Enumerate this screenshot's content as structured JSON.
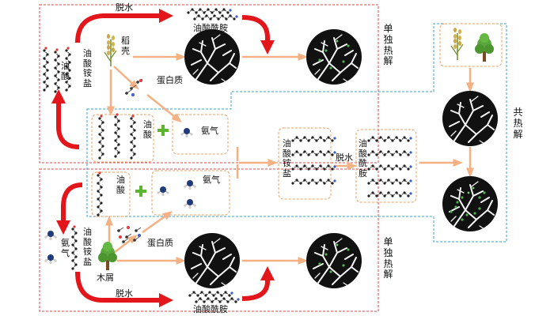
{
  "labels": {
    "dehydration_top": "脱水",
    "dehydration_bottom": "脱水",
    "oleamide_top": "油酸酰胺",
    "oleamide_bottom": "油酸酰胺",
    "ammonium_oleate_top_left": "油酸铵盐",
    "oleic_acid_top_left": "油酸",
    "rice_husk": "稻壳",
    "protein_top": "蛋白质",
    "protein_bottom": "蛋白质",
    "oleic_acid_mid_top": "油酸",
    "ammonia_mid_top": "氨气",
    "oleic_acid_mid_bottom": "油酸",
    "ammonia_mid_bottom": "氨气",
    "ammonium_oleate_bottom_left": "油酸铵盐",
    "ammonia_bottom_left": "氨气",
    "sawdust": "木屑",
    "separate_pyrolysis_top": "单独热解",
    "separate_pyrolysis_bottom": "单独热解",
    "ammonium_oleate_center": "油酸铵盐",
    "dehydration_center": "脱水",
    "oleamide_center": "油酸酰胺",
    "co_pyrolysis": "共热解"
  },
  "colors": {
    "red_arrow": "#e3161b",
    "orange_arrow": "#f4b183",
    "red_dash": "#e0474c",
    "cyan_dash": "#3aa0c8",
    "orange_dash": "#e8a060",
    "plus_green": "#5cb531",
    "biochar": "#111111"
  }
}
